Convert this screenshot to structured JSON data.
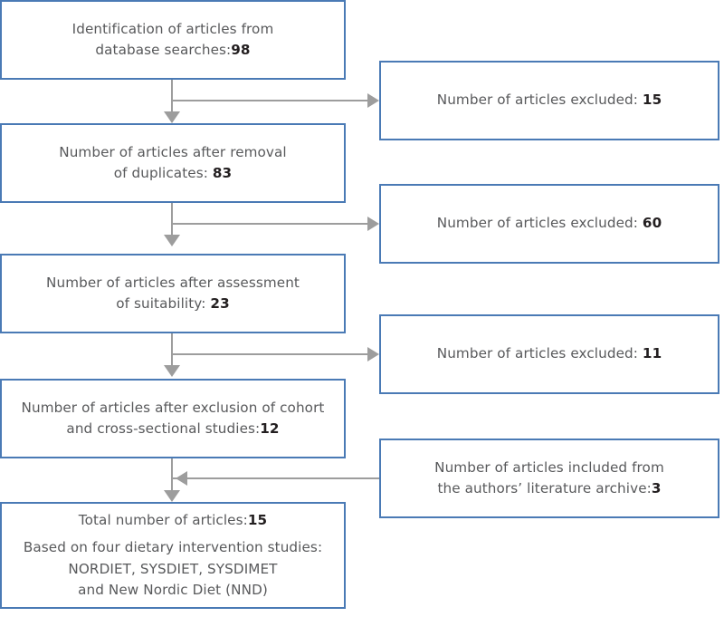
{
  "diagram": {
    "type": "flowchart",
    "title": "PRISMA-style article selection flowchart",
    "colors": {
      "box_border": "#4a7ab5",
      "connector": "#9d9d9d",
      "text": "#58595b",
      "number": "#231f20",
      "background": "#ffffff"
    },
    "main_nodes": [
      {
        "id": "identification",
        "lines": [
          "Identification of articles from",
          "database searches:"
        ],
        "value": "98"
      },
      {
        "id": "after-duplicates",
        "lines": [
          "Number of articles after removal",
          "of duplicates:"
        ],
        "value": "83"
      },
      {
        "id": "after-suitability",
        "lines": [
          "Number of articles after assessment",
          "of suitability:"
        ],
        "value": "23"
      },
      {
        "id": "after-exclusion-cohort",
        "lines": [
          "Number of articles after exclusion of cohort",
          "and cross-sectional studies:"
        ],
        "value": "12"
      }
    ],
    "total_node": {
      "id": "total",
      "line1_text": "Total number of articles:",
      "line1_value": "15",
      "line2": "Based on four dietary intervention studies:",
      "line3": "NORDIET, SYSDIET, SYSDIMET",
      "line4": "and New Nordic Diet (NND)"
    },
    "side_nodes": [
      {
        "id": "excluded-1",
        "direction": "out",
        "lines": [
          "Number of articles excluded:"
        ],
        "value": "15"
      },
      {
        "id": "excluded-2",
        "direction": "out",
        "lines": [
          "Number of articles excluded:"
        ],
        "value": "60"
      },
      {
        "id": "excluded-3",
        "direction": "out",
        "lines": [
          "Number of articles excluded:"
        ],
        "value": "11"
      },
      {
        "id": "included-archive",
        "direction": "in",
        "lines": [
          "Number of articles included from",
          "the authors’ literature archive:"
        ],
        "value": "3"
      }
    ]
  }
}
